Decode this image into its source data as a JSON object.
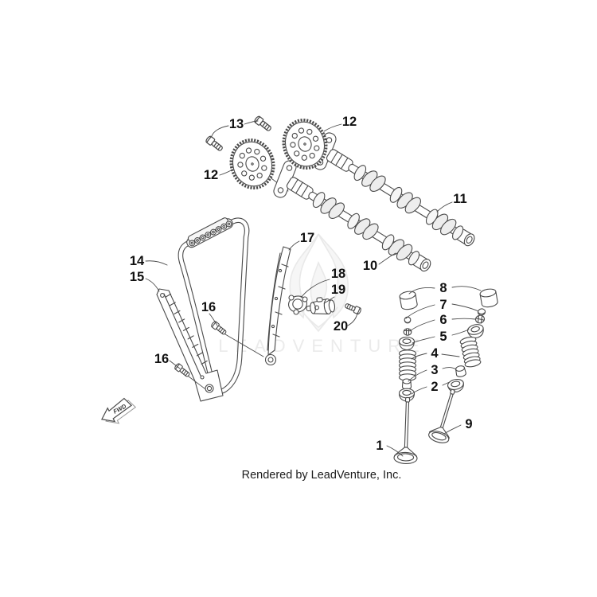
{
  "diagram": {
    "caption": "Rendered by LeadVenture, Inc.",
    "watermark_text": "LEADVENTURE",
    "fwd_label": "FWD",
    "colors": {
      "line": "#4a4a4a",
      "label": "#111111",
      "watermark": "#ebebeb",
      "background": "#ffffff"
    },
    "callouts": [
      {
        "label": "1"
      },
      {
        "label": "2"
      },
      {
        "label": "3"
      },
      {
        "label": "4"
      },
      {
        "label": "5"
      },
      {
        "label": "6"
      },
      {
        "label": "7"
      },
      {
        "label": "8"
      },
      {
        "label": "9"
      },
      {
        "label": "10"
      },
      {
        "label": "11"
      },
      {
        "label": "12"
      },
      {
        "label": "12"
      },
      {
        "label": "13"
      },
      {
        "label": "14"
      },
      {
        "label": "15"
      },
      {
        "label": "16"
      },
      {
        "label": "16"
      },
      {
        "label": "17"
      },
      {
        "label": "18"
      },
      {
        "label": "19"
      },
      {
        "label": "20"
      }
    ]
  }
}
